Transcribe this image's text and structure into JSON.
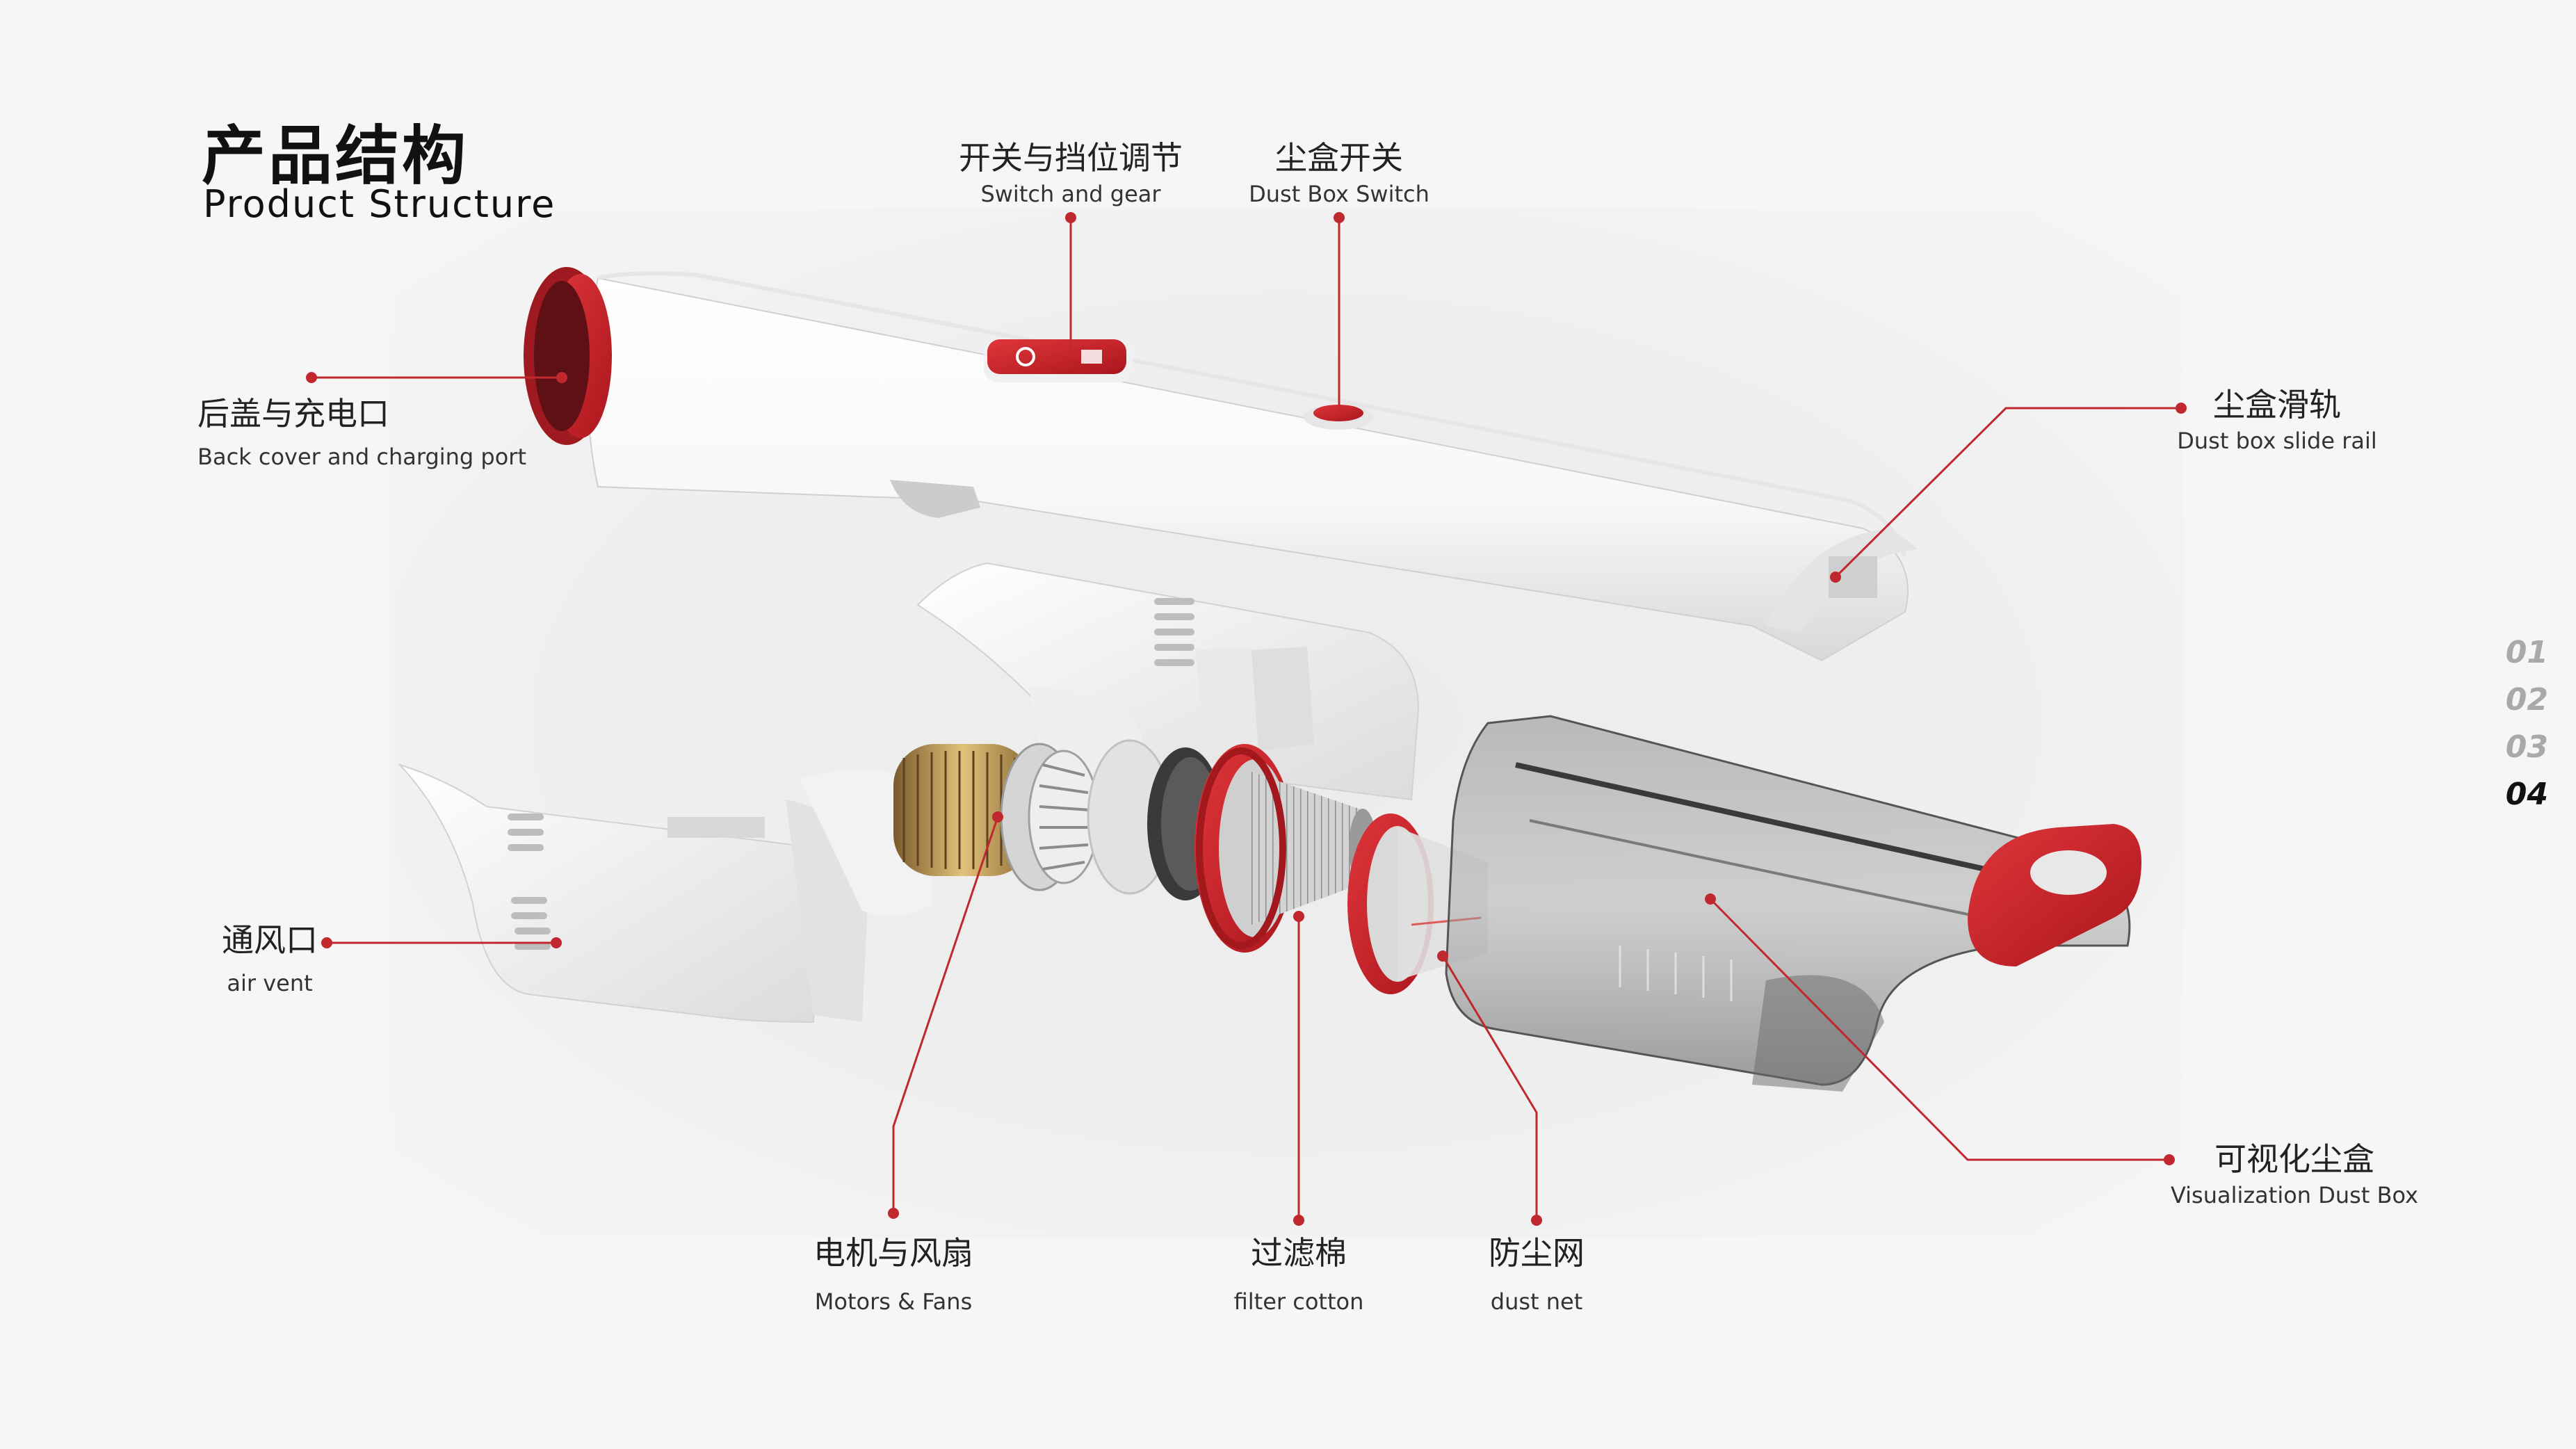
{
  "title": {
    "zh": "产品结构",
    "en": "Product Structure"
  },
  "labels": {
    "switch_gear": {
      "zh": "开关与挡位调节",
      "en": "Switch and gear"
    },
    "dustbox_switch": {
      "zh": "尘盒开关",
      "en": "Dust Box Switch"
    },
    "back_cover": {
      "zh": "后盖与充电口",
      "en": "Back cover and charging port"
    },
    "slide_rail": {
      "zh": "尘盒滑轨",
      "en": "Dust box slide rail"
    },
    "air_vent": {
      "zh": "通风口",
      "en": "air vent"
    },
    "motor_fan": {
      "zh": "电机与风扇",
      "en": "Motors & Fans"
    },
    "filter_cotton": {
      "zh": "过滤棉",
      "en": "filter cotton"
    },
    "dust_net": {
      "zh": "防尘网",
      "en": "dust net"
    },
    "visual_dustbox": {
      "zh": "可视化尘盒",
      "en": "Visualization Dust Box"
    }
  },
  "pager": [
    "01",
    "02",
    "03",
    "04"
  ],
  "pager_active": "04",
  "colors": {
    "accent": "#c8252c",
    "leader": "#c0282e",
    "body_white": "#ffffff",
    "shadow": "#d9d9d9"
  }
}
